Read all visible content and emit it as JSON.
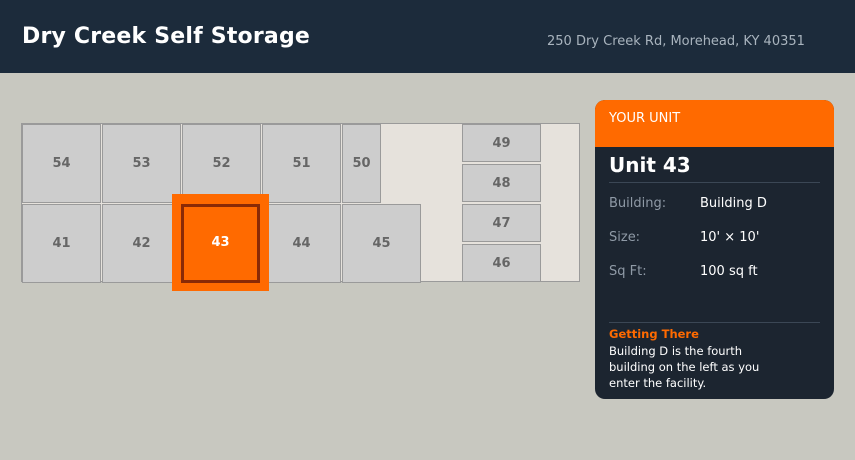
{
  "header": {
    "title": "Dry Creek Self Storage",
    "address": "250 Dry Creek Rd, Morehead, KY 40351"
  },
  "units": [
    {
      "id": "54",
      "label": "54"
    },
    {
      "id": "53",
      "label": "53"
    },
    {
      "id": "52",
      "label": "52"
    },
    {
      "id": "51",
      "label": "51"
    },
    {
      "id": "50",
      "label": "50"
    },
    {
      "id": "49",
      "label": "49"
    },
    {
      "id": "48",
      "label": "48"
    },
    {
      "id": "47",
      "label": "47"
    },
    {
      "id": "46",
      "label": "46"
    },
    {
      "id": "41",
      "label": "41"
    },
    {
      "id": "42",
      "label": "42"
    },
    {
      "id": "43",
      "label": "43",
      "highlighted": true
    },
    {
      "id": "44",
      "label": "44"
    },
    {
      "id": "45",
      "label": "45"
    }
  ],
  "panel": {
    "header": "YOUR UNIT",
    "unit_title": "Unit 43",
    "details": [
      {
        "label": "Building:",
        "value": "Building D"
      },
      {
        "label": "Size:",
        "value": "10' × 10'"
      },
      {
        "label": "Sq Ft:",
        "value": "100 sq ft"
      }
    ],
    "directions_heading": "Getting There",
    "directions_text": "Building D is the fourth building on the left as you enter the facility."
  },
  "colors": {
    "header_bg": "#1c2b3b",
    "accent": "#ff6a00",
    "panel_bg": "#1c2530",
    "page_bg": "#c8c8c0"
  }
}
